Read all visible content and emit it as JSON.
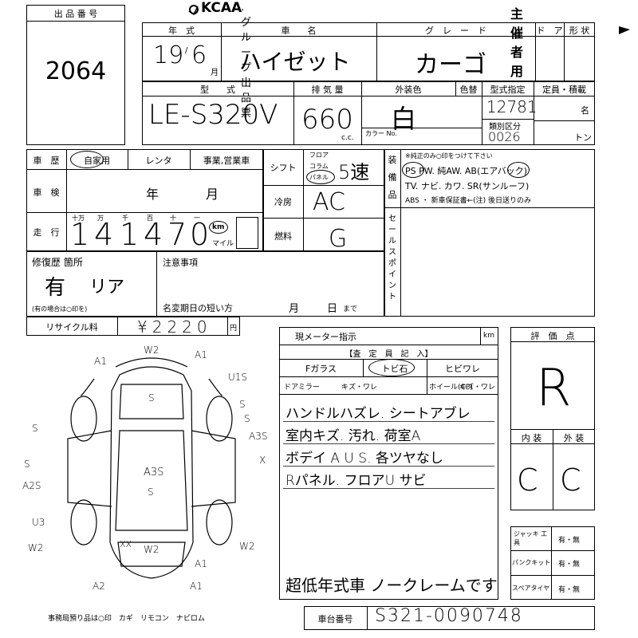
{
  "header": {
    "logo": "KCAA",
    "title": ". グループ 出 品 票",
    "organizer": "主 催 者 用"
  },
  "lot": {
    "label": "出 品 番 号",
    "number": "2064"
  },
  "labels": {
    "year": "年　式",
    "name": "車　　名",
    "grade": "グ　レ　ー　ド",
    "doors": "ド　ア",
    "body": "形 状",
    "model": "型　　式",
    "displacement": "排 気 量",
    "color": "外装色",
    "color_change": "色替",
    "model_designation": "型式指定",
    "category": "類別区分",
    "capacity": "定員・積載",
    "capacity_unit1": "名",
    "capacity_unit2": "トン",
    "cc": "c.c.",
    "color_no": "カラー No.",
    "history": "車　歴",
    "own": "自家用",
    "rental": "レンタ",
    "business": "事業,営業車",
    "inspection": "車　検",
    "insp_year": "年",
    "insp_month": "月",
    "mileage": "走　行",
    "digits": [
      "十万",
      "万",
      "千",
      "百",
      "十",
      "一"
    ],
    "km": "km",
    "mile": "マイル",
    "shift": "シフト",
    "floor": "フロア",
    "column": "コラム",
    "panel": "パネル",
    "aircon": "冷房",
    "fuel": "燃料",
    "equip_v": [
      "装",
      "備",
      "品"
    ],
    "equip_note": "※純正のみ○印をつけて下さい",
    "equip_line1": "PS  PW. 純AW. AB(エアバック)",
    "equip_line2": "TV. ナビ. カワ. SR(サンルーフ)",
    "equip_line3": "ABS ・ 新車保証書←(注) 後日送りのみ",
    "sales_point": [
      "セ",
      "ー",
      "ル",
      "ス",
      "ポ",
      "イ",
      "ン",
      "ト"
    ],
    "repair": "修復歴 箇所",
    "repair_note": "(有の場合は○印を)",
    "caution": "注意事項",
    "change_deadline": "名変期日の短い方",
    "cd_month": "月",
    "cd_day": "日",
    "cd_until": "まで",
    "recycle": "リサイクル料",
    "yen": "円",
    "meter": "現メーター指示",
    "meter_km": "km",
    "inspector": "【査　定　員　記　入】",
    "glass": "Fガラス",
    "tobiishi": "トビ石",
    "crack": "ヒビワレ",
    "mirror": "ドアミラー",
    "mirror_val": "キズ・ワレ",
    "wheel": "ホイール(CP)",
    "wheel_val": "キズ・ワレ",
    "score": "評　価　点",
    "interior": "内 装",
    "exterior": "外 装",
    "jack": "ジャッキ 工　具",
    "puncture": "パンクキット",
    "spare": "スペアタイヤ",
    "yesno": "有・無",
    "office": "事務局預り品は○印　カギ　リモコン　ナビロム",
    "chassis": "車台番号"
  },
  "values": {
    "year": "19",
    "month": "6",
    "month_unit": "月",
    "name": "ハイゼット",
    "grade": "カーゴ",
    "model": "LE-S320V",
    "displacement": "660",
    "color": "白",
    "model_designation": "12781",
    "category": "0026",
    "mileage": [
      "1",
      "4",
      "1",
      "4",
      "7",
      "0"
    ],
    "shift": "5速",
    "aircon": "AC",
    "fuel": "G",
    "repair": "有",
    "repair_loc": "リア",
    "recycle": "¥2220",
    "score": "R",
    "interior_score": "C",
    "exterior_score": "C",
    "notes": [
      "ハンドルハズレ. シートアブレ",
      "室内キズ. 汚れ. 荷室A",
      "ボデイ A U S. 各ツヤなし",
      "Rパネル. フロアU  サビ"
    ],
    "bottom_note": "超低年式車 ノークレームです",
    "chassis": "S321-0090748"
  },
  "diagram": [
    "W2",
    "A1",
    "A1",
    "U1S",
    "S",
    "S",
    "A3S",
    "X",
    "S",
    "A3S",
    "S",
    "S",
    "A2S",
    "U3",
    "W2",
    "XX",
    "W2",
    "W2",
    "A2",
    "A1",
    "A1",
    "S"
  ]
}
